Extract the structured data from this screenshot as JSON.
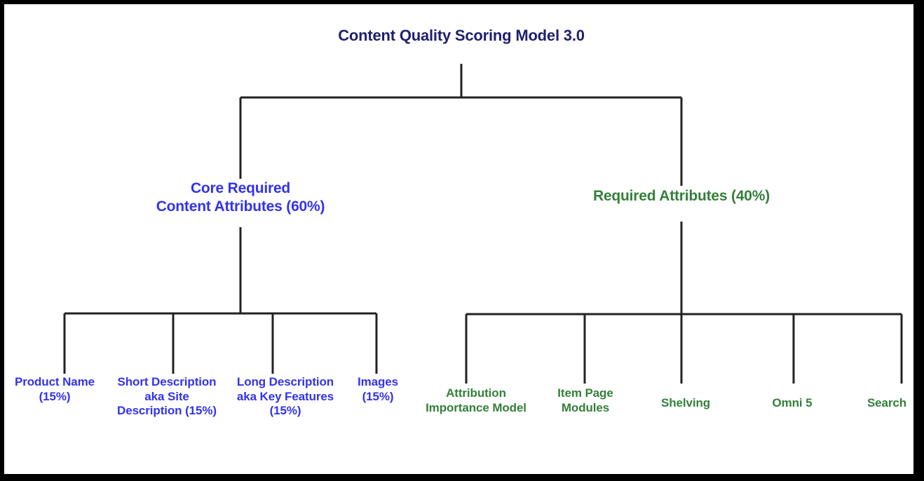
{
  "diagram": {
    "type": "tree",
    "title": "Content Quality Scoring Model 3.0",
    "colors": {
      "root": "#1f1f6e",
      "blue_branch": "#3232ef",
      "green_branch": "#33803a",
      "edge": "#222222",
      "background": "#ffffff",
      "border": "#000000"
    },
    "root": {
      "label": "Content Quality Scoring Model 3.0"
    },
    "branches": [
      {
        "id": "core-required-content-attributes",
        "label": "Core Required\nContent Attributes (60%)",
        "weight": "60%",
        "color": "#3232ef",
        "children": [
          {
            "id": "product-name",
            "label": "Product Name\n(15%)",
            "weight": "15%"
          },
          {
            "id": "short-description",
            "label": "Short Description\naka Site\nDescription (15%)",
            "weight": "15%"
          },
          {
            "id": "long-description",
            "label": "Long Description\naka Key Features\n(15%)",
            "weight": "15%"
          },
          {
            "id": "images",
            "label": "Images\n(15%)",
            "weight": "15%"
          }
        ]
      },
      {
        "id": "required-attributes",
        "label": "Required Attributes (40%)",
        "weight": "40%",
        "color": "#33803a",
        "children": [
          {
            "id": "attribution-importance-model",
            "label": "Attribution\nImportance Model",
            "weight": ""
          },
          {
            "id": "item-page-modules",
            "label": "Item Page\nModules",
            "weight": ""
          },
          {
            "id": "shelving",
            "label": "Shelving",
            "weight": ""
          },
          {
            "id": "omni-5",
            "label": "Omni 5",
            "weight": ""
          },
          {
            "id": "search",
            "label": "Search",
            "weight": ""
          }
        ]
      }
    ]
  }
}
